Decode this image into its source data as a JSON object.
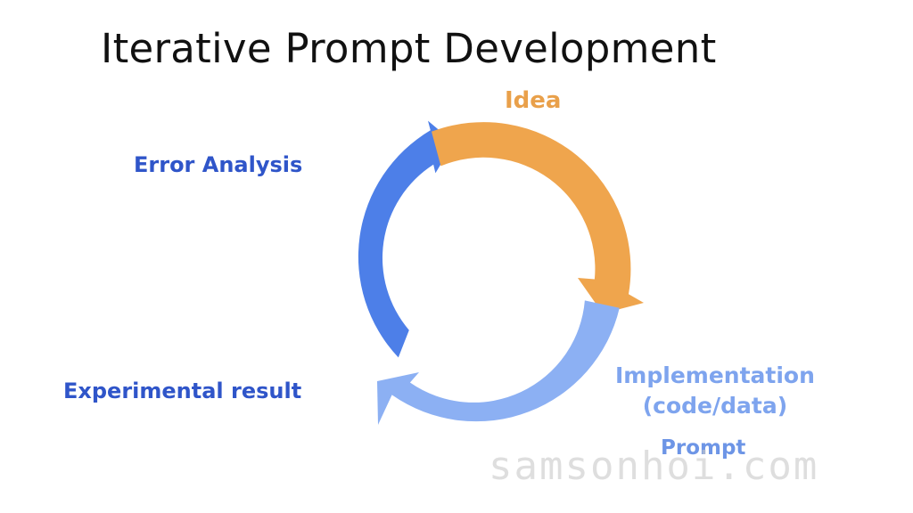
{
  "title": "Iterative Prompt Development",
  "stages": {
    "idea": "Idea",
    "implementation": [
      "Implementation",
      "(code/data)"
    ],
    "prompt": "Prompt",
    "experimental_result": "Experimental result",
    "error_analysis": "Error Analysis"
  },
  "watermark": "samsonhoi.com",
  "colors": {
    "orange": "#efa54d",
    "light_blue": "#8cb0f3",
    "blue": "#4d7fe8",
    "label_blue": "#2f55c9",
    "impl_blue": "#7ea4ee"
  }
}
